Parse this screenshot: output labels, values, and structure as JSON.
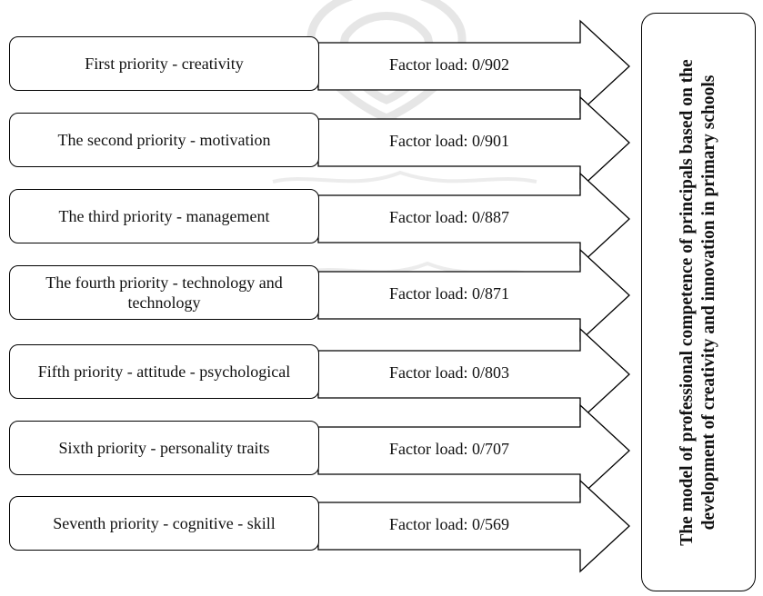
{
  "priorities": [
    {
      "label": "First priority - creativity",
      "factor_load": "Factor load: 0/902"
    },
    {
      "label": "The second priority - motivation",
      "factor_load": "Factor load: 0/901"
    },
    {
      "label": "The third priority - management",
      "factor_load": "Factor load: 0/887"
    },
    {
      "label": "The fourth priority - technology and technology",
      "factor_load": "Factor load: 0/871"
    },
    {
      "label": "Fifth priority - attitude - psychological",
      "factor_load": "Factor load: 0/803"
    },
    {
      "label": "Sixth priority - personality traits",
      "factor_load": "Factor load: 0/707"
    },
    {
      "label": "Seventh priority - cognitive - skill",
      "factor_load": "Factor load: 0/569"
    }
  ],
  "model": {
    "title": "The model of professional competence of principals based on the development of creativity and innovation in primary schools"
  },
  "colors": {
    "stroke": "#000000",
    "text": "#111111",
    "background": "#ffffff",
    "watermark": "#e6e6e6"
  }
}
